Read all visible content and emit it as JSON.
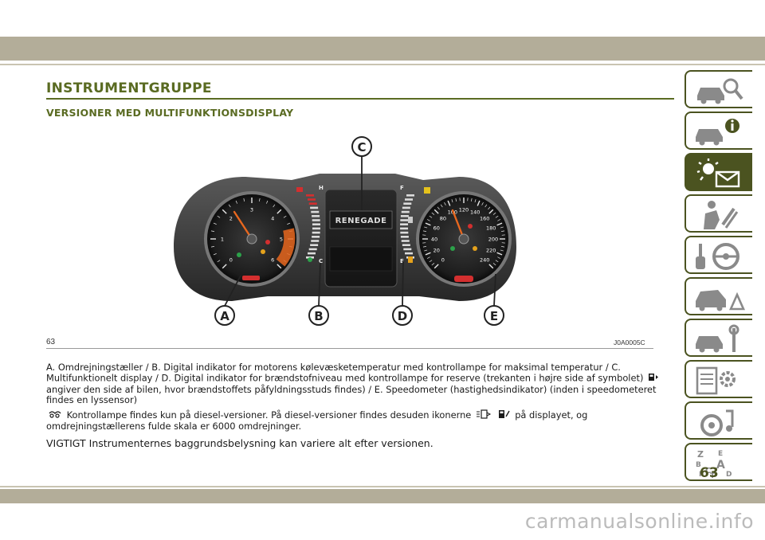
{
  "page": {
    "title": "INSTRUMENTGRUPPE",
    "subtitle": "VERSIONER MED MULTIFUNKTIONSDISPLAY",
    "page_number": "63",
    "watermark": "carmanualsonline.info"
  },
  "figure": {
    "page_ref": "63",
    "code": "J0A0005C",
    "callouts": [
      "A",
      "B",
      "C",
      "D",
      "E"
    ],
    "display_logo": "RENEGADE",
    "gauge_h": "H",
    "gauge_c": "C",
    "gauge_f": "F",
    "gauge_e": "E",
    "tach_labels": [
      "0",
      "1",
      "2",
      "3",
      "4",
      "5",
      "6"
    ],
    "speed_labels": [
      "0",
      "20",
      "40",
      "60",
      "80",
      "100",
      "120",
      "140",
      "160",
      "180",
      "200",
      "220",
      "240"
    ]
  },
  "body": {
    "p1_part1": "A. Omdrejningstæller / B. Digital indikator for motorens kølevæsketemperatur med kontrollampe for maksimal temperatur / C. Multifunktionelt display / D. Digital indikator for brændstofniveau med kontrollampe for reserve (trekanten i højre side af symbolet)",
    "p1_part2": "angiver den side af bilen, hvor brændstoffets påfyldningsstuds findes) / E. Speedometer (hastighedsindikator) (inden i speedometeret findes en lyssensor)",
    "p2_part1": "Kontrollampe findes kun på diesel-versioner. På diesel-versioner findes desuden ikonerne",
    "p2_part2": "på displayet, og omdrejningstællerens fulde skala er 6000 omdrejninger.",
    "note": "VIGTIGT Instrumenternes baggrundsbelysning kan variere alt efter versionen."
  },
  "tabs": [
    {
      "icon": "car-search-icon",
      "active": false
    },
    {
      "icon": "car-info-icon",
      "active": false
    },
    {
      "icon": "warning-light-message-icon",
      "active": true
    },
    {
      "icon": "seat-airbag-icon",
      "active": false
    },
    {
      "icon": "key-steering-wheel-icon",
      "active": false
    },
    {
      "icon": "car-breakdown-icon",
      "active": false
    },
    {
      "icon": "car-wrench-icon",
      "active": false
    },
    {
      "icon": "specs-gear-icon",
      "active": false
    },
    {
      "icon": "multimedia-icon",
      "active": false
    },
    {
      "icon": "alphabetical-index-icon",
      "active": false
    }
  ],
  "index_letters": [
    "Z",
    "E",
    "B",
    "A",
    "I",
    "C",
    "T",
    "D"
  ],
  "colors": {
    "accent": "#4b5320",
    "title": "#5a6b22",
    "band": "#b3ad99"
  }
}
